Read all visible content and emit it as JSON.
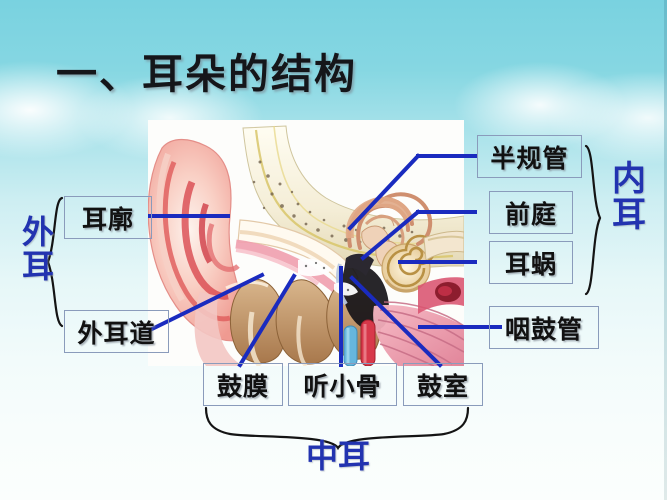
{
  "slide": {
    "title": "一、耳朵的结构",
    "accent_blue": "#1a2bbf",
    "label_border": "#8a9bbb",
    "group_text_color": "#2233b0",
    "sky_top": "#79d2e0",
    "sky_bottom": "#fbfefd"
  },
  "diagram": {
    "name": "ear-anatomy-cross-section",
    "alt": "人耳解剖结构剖面图"
  },
  "labels": {
    "auricle": "耳廓",
    "ear_canal": "外耳道",
    "eardrum": "鼓膜",
    "ossicles": "听小骨",
    "tympanic_cavity": "鼓室",
    "semicircular_canals": "半规管",
    "vestibule": "前庭",
    "cochlea": "耳蜗",
    "eustachian_tube": "咽鼓管"
  },
  "groups": {
    "outer_ear": "外\n耳",
    "middle_ear": "中耳",
    "inner_ear": "内\n耳"
  }
}
